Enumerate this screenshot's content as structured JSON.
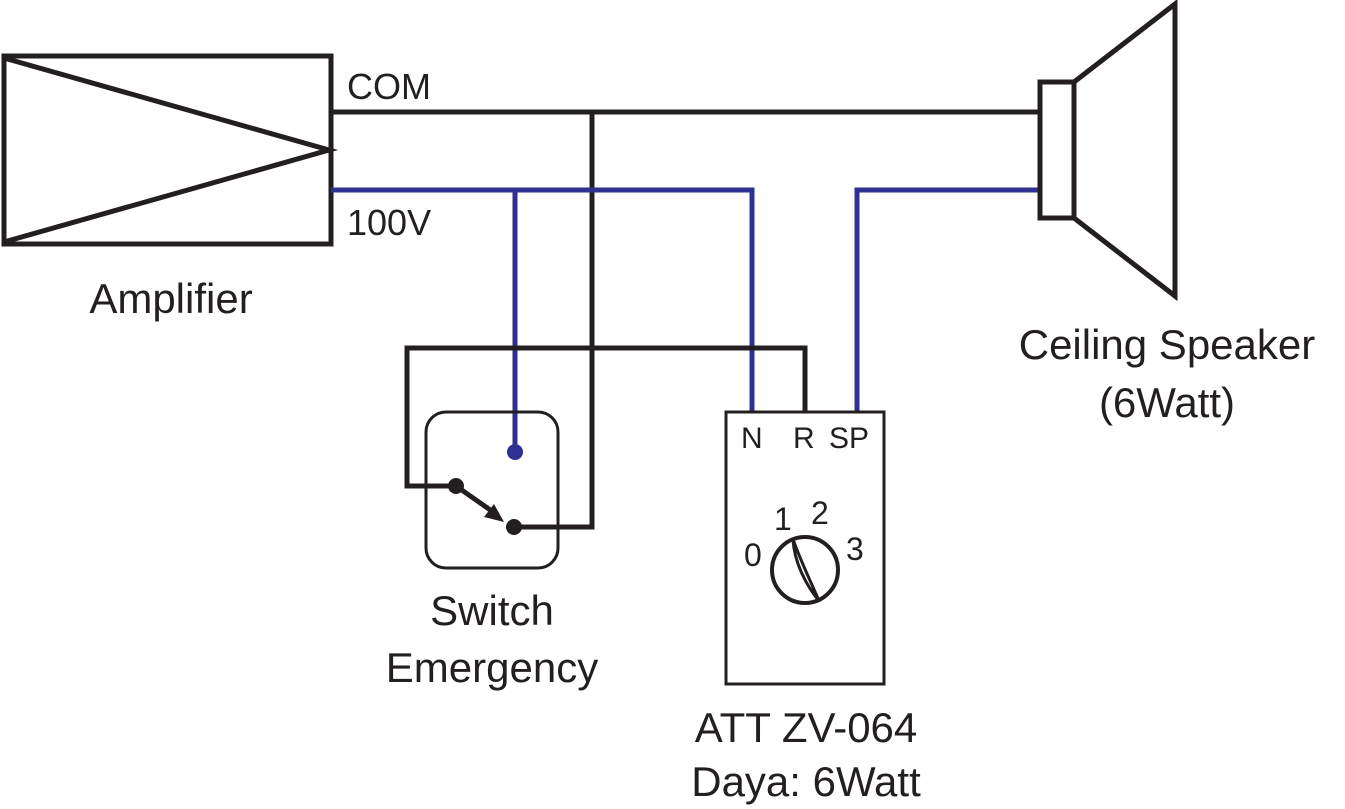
{
  "amplifier": {
    "label": "Amplifier",
    "com_label": "COM",
    "v100_label": "100V"
  },
  "speaker": {
    "label_line1": "Ceiling Speaker",
    "label_line2": "(6Watt)"
  },
  "switch": {
    "label_line1": "Switch",
    "label_line2": "Emergency"
  },
  "attenuator": {
    "terminal_n": "N",
    "terminal_r": "R",
    "terminal_sp": "SP",
    "dial_0": "0",
    "dial_1": "1",
    "dial_2": "2",
    "dial_3": "3",
    "label_line1": "ATT ZV-064",
    "label_line2": "Daya: 6Watt"
  },
  "colors": {
    "com_wire": "#231f20",
    "v100_wire": "#2e3192"
  }
}
